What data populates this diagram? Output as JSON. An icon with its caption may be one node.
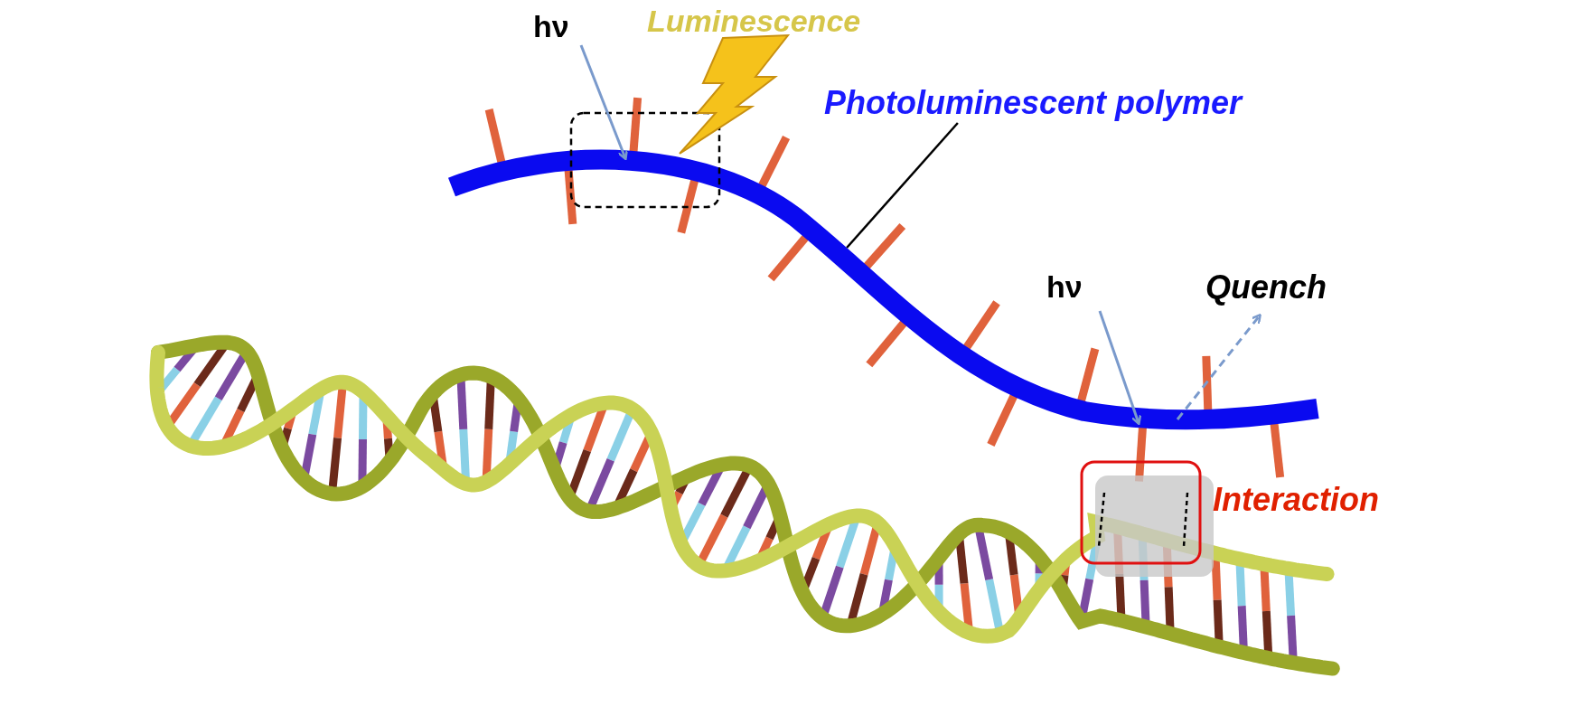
{
  "diagram": {
    "nodes": [
      {
        "text": [
          "Photoluminescent polymer"
        ]
      },
      {
        "text": [],
        "shape": "bar"
      }
    ],
    "edges": [
      {
        "from": 0,
        "to": 1,
        "arrow": "none"
      }
    ],
    "labels": [
      "hν",
      "Luminescence",
      "hν",
      "Quench",
      "Interaction"
    ]
  }
}
